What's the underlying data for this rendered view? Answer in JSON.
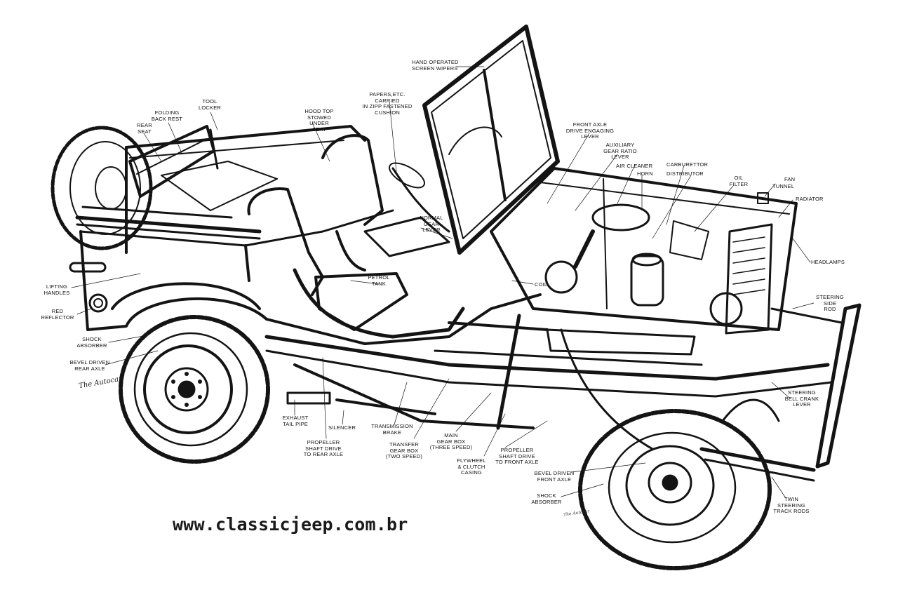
{
  "labels": {
    "hand_operated_screen_wipers": "HAND OPERATED\nSCREEN WIPERS",
    "papers_etc": "PAPERS,ETC. CARRIED\nIN ZIPP FASTENED\nCUSHION",
    "hood_top": "HOOD TOP\nSTOWED UNDER\nSEAT",
    "tool_locker": "TOOL\nLOCKER",
    "folding_back_rest": "FOLDING\nBACK REST",
    "rear_seat": "REAR\nSEAT",
    "front_axle_drive_lever": "FRONT AXLE\nDRIVE ENGAGING\nLEVER",
    "auxiliary_gear_ratio_lever": "AUXILIARY\nGEAR RATIO\nLEVER",
    "air_cleaner": "AIR CLEANER",
    "carburettor": "CARBURETTOR",
    "horn": "HORN",
    "distributor": "DISTRIBUTOR",
    "oil_filter": "OIL\nFILTER",
    "fan": "FAN",
    "tunnel": "TUNNEL",
    "radiator": "RADIATOR",
    "normal_gear_lever": "NORMAL\nGEAR\nLEVER",
    "headlamps": "HEADLAMPS",
    "coil": "COIL",
    "petrol_tank": "PETROL\nTANK",
    "lifting_handles": "LIFTING\nHANDLES",
    "red_reflector": "RED\nREFLECTOR",
    "steering_side_rod": "STEERING\nSIDE\nROD",
    "shock_absorber_rear": "SHOCK\nABSORBER",
    "bevel_driven_rear_axle": "BEVEL DRIVEN\nREAR AXLE",
    "steering_bell_crank_lever": "STEERING\nBELL CRANK\nLEVER",
    "exhaust_tail_pipe": "EXHAUST\nTAIL PIPE",
    "silencer": "SILENCER",
    "transmission_brake": "TRANSMISSION\nBRAKE",
    "propeller_shaft_rear": "PROPELLER\nSHAFT DRIVE\nTO REAR AXLE",
    "transfer_gear_box": "TRANSFER\nGEAR BOX\n(TWO SPEED)",
    "main_gear_box": "MAIN\nGEAR BOX\n(THREE SPEED)",
    "flywheel_clutch_casing": "FLYWHEEL\n& CLUTCH\nCASING",
    "propeller_shaft_front": "PROPELLER\nSHAFT DRIVE\nTO FRONT AXLE",
    "bevel_driven_front_axle": "BEVEL DRIVEN\nFRONT AXLE",
    "shock_absorber_front": "SHOCK\nABSORBER",
    "twin_steering_track_rods": "TWIN\nSTEERING\nTRACK RODS"
  },
  "website": "www.classicjeep.com.br",
  "artist_signature": "The Autocar",
  "artist_signature_small": "The Autocar"
}
